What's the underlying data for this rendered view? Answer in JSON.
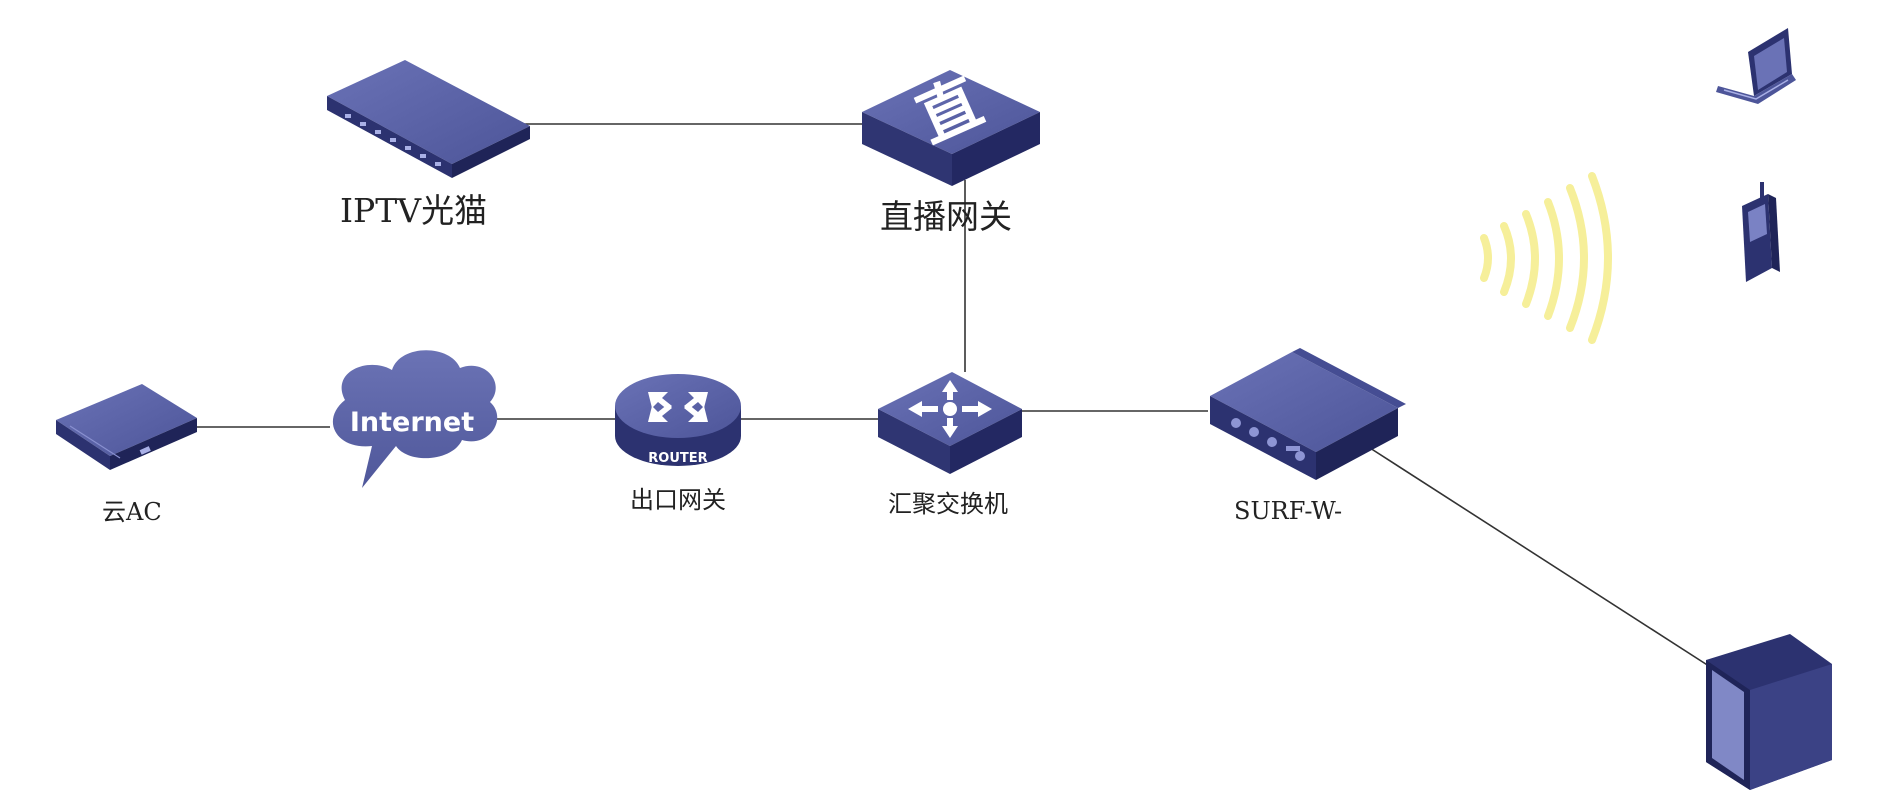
{
  "diagram": {
    "nodes": {
      "iptv_modem": {
        "label": "IPTV光猫",
        "icon": "optical-modem-icon"
      },
      "live_gateway": {
        "label": "直播网关",
        "icon": "gateway-icon",
        "icon_glyph": "直"
      },
      "cloud_ac": {
        "label": "云AC",
        "icon": "server-appliance-icon"
      },
      "internet": {
        "label": "",
        "icon": "internet-cloud-icon",
        "cloud_text": "Internet"
      },
      "exit_gateway": {
        "label": "出口网关",
        "icon": "router-icon",
        "badge": "ROUTER"
      },
      "agg_switch": {
        "label": "汇聚交换机",
        "icon": "switch-icon"
      },
      "surf_w": {
        "label": "SURF-W-",
        "icon": "wireless-ap-icon"
      },
      "laptop": {
        "label": "",
        "icon": "laptop-icon"
      },
      "phone": {
        "label": "",
        "icon": "mobile-phone-icon"
      },
      "tv": {
        "label": "",
        "icon": "tv-icon"
      },
      "wifi": {
        "label": "",
        "icon": "wifi-signal-icon"
      }
    },
    "links": [
      {
        "from": "IPTV光猫",
        "to": "直播网关"
      },
      {
        "from": "直播网关",
        "to": "汇聚交换机"
      },
      {
        "from": "云AC",
        "to": "Internet"
      },
      {
        "from": "Internet",
        "to": "出口网关"
      },
      {
        "from": "出口网关",
        "to": "汇聚交换机"
      },
      {
        "from": "汇聚交换机",
        "to": "SURF-W-"
      },
      {
        "from": "SURF-W-",
        "to": "TV"
      }
    ],
    "colors": {
      "device_top": "#5a63a8",
      "device_side": "#2f3572",
      "device_dark": "#252a5c",
      "link": "#333333",
      "wifi": "#f6ef9a"
    }
  }
}
